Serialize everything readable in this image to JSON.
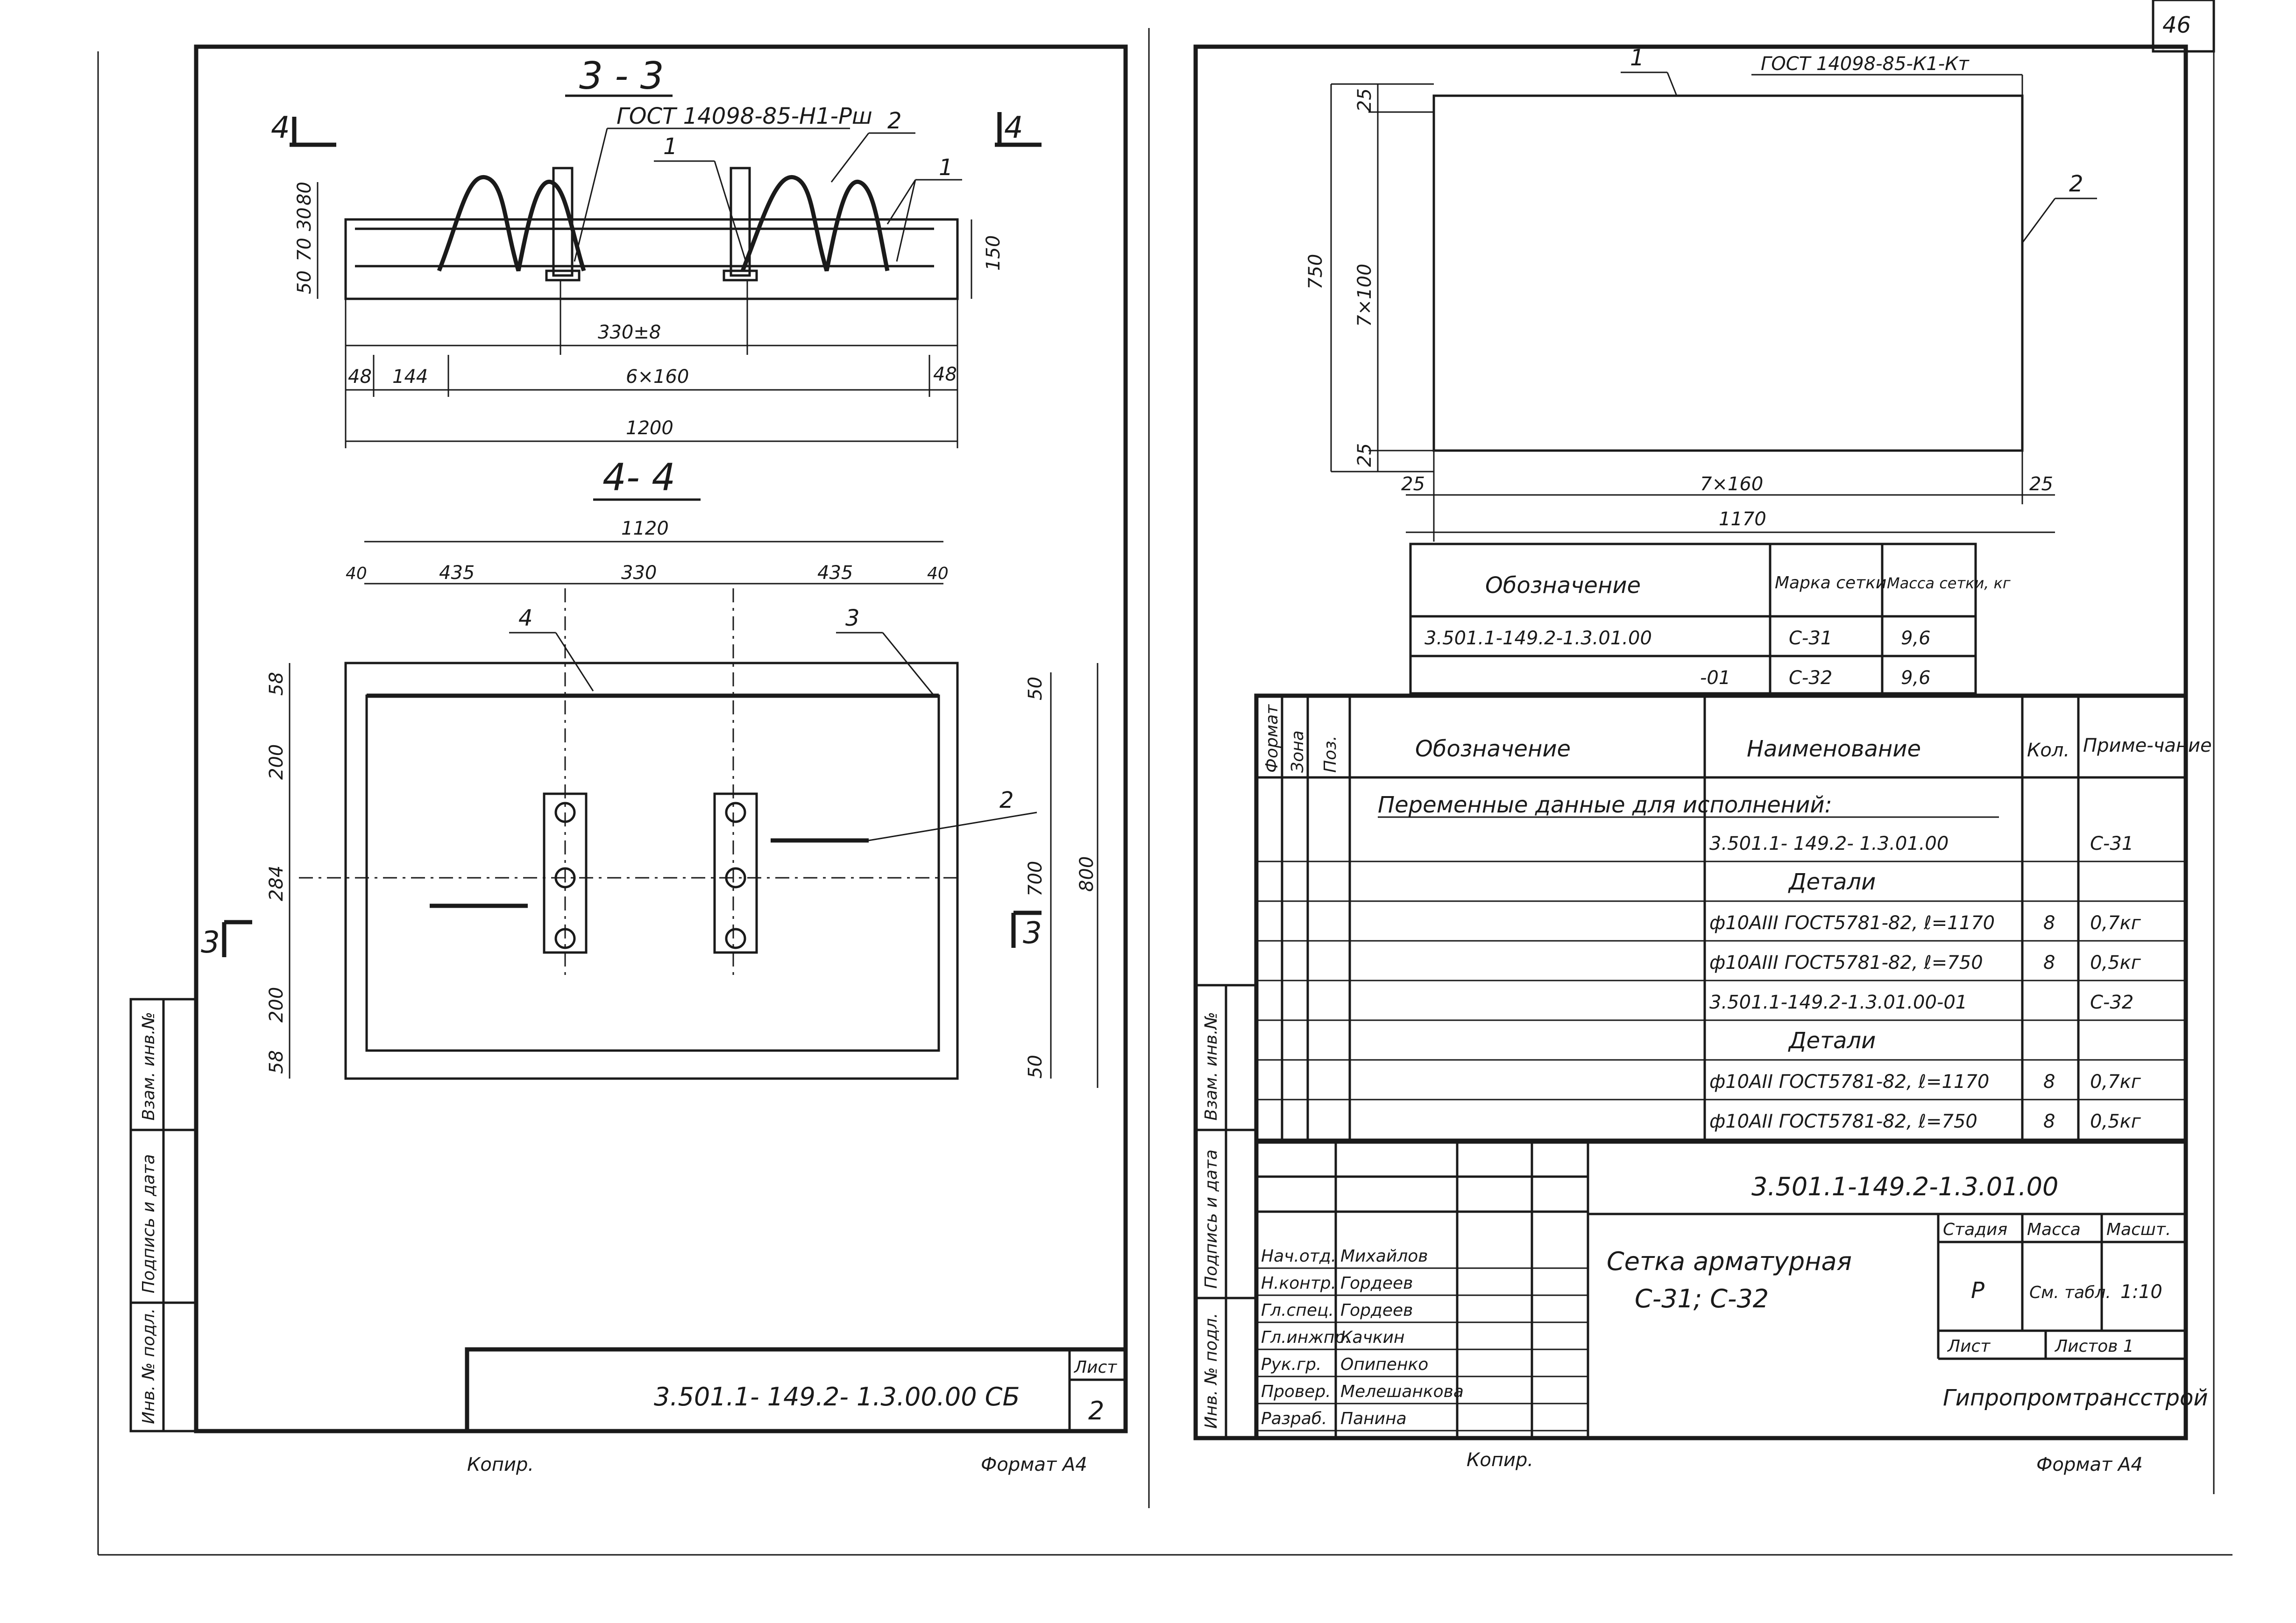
{
  "corner": {
    "sheet_no": "46"
  },
  "left": {
    "section33": {
      "title": "3 - 3",
      "gost": "ГОСТ 14098-85-Н1-Рш",
      "cut_left": "4",
      "cut_right": "4",
      "callouts": [
        "1",
        "2",
        "1"
      ],
      "left_dims": [
        "50",
        "70",
        "30",
        "80"
      ],
      "right_dim": "150",
      "dim_330": "330±8",
      "dim_48a": "48",
      "dim_144": "144",
      "dim_6x160": "6×160",
      "dim_48b": "48",
      "dim_1200": "1200"
    },
    "section44": {
      "title": "4- 4",
      "dim_1120": "1120",
      "dim_40a": "40",
      "dim_435a": "435",
      "dim_330": "330",
      "dim_435b": "435",
      "dim_40b": "40",
      "left_dims": [
        "58",
        "200",
        "284",
        "200",
        "58"
      ],
      "right_dims": [
        "50",
        "700",
        "50"
      ],
      "dim_800": "800",
      "callouts": [
        "4",
        "3",
        "2"
      ],
      "cut_left": "3",
      "cut_right": "3"
    },
    "side_stamp": [
      "Инв. № подл.",
      "Подпись и дата",
      "Взам. инв.№"
    ],
    "title_block": {
      "doc": "3.501.1- 149.2- 1.3.00.00 СБ",
      "list_label": "Лист",
      "list_no": "2"
    },
    "footer": {
      "copy": "Копир.",
      "format": "Формат А4"
    }
  },
  "right": {
    "mesh": {
      "gost": "ГОСТ 14098-85-К1-Кт",
      "callouts": [
        "1",
        "2"
      ],
      "dim_750": "750",
      "dim_7x100": "7×100",
      "dim_25top": "25",
      "dim_25bot": "25",
      "dim_25l": "25",
      "dim_7x160": "7×160",
      "dim_25r": "25",
      "dim_1170": "1170"
    },
    "mark_table": {
      "headers": [
        "Обозначение",
        "Марка сетки",
        "Масса сетки, кг"
      ],
      "rows": [
        [
          "3.501.1-149.2-1.3.01.00",
          "С-31",
          "9,6"
        ],
        [
          "-01",
          "С-32",
          "9,6"
        ]
      ]
    },
    "spec": {
      "headers": [
        "Формат",
        "Зона",
        "Поз.",
        "Обозначение",
        "Наименование",
        "Кол.",
        "Приме-чание"
      ],
      "section_title": "Переменные данные для исполнений:",
      "rows": [
        {
          "name": "3.501.1- 149.2- 1.3.01.00",
          "qty": "",
          "note": "С-31"
        },
        {
          "name": "Детали",
          "qty": "",
          "note": ""
        },
        {
          "name": "ф10АIII ГОСТ5781-82, ℓ=1170",
          "qty": "8",
          "note": "0,7кг"
        },
        {
          "name": "ф10АIII ГОСТ5781-82, ℓ=750",
          "qty": "8",
          "note": "0,5кг"
        },
        {
          "name": "3.501.1-149.2-1.3.01.00-01",
          "qty": "",
          "note": "С-32"
        },
        {
          "name": "Детали",
          "qty": "",
          "note": ""
        },
        {
          "name": "ф10АII ГОСТ5781-82, ℓ=1170",
          "qty": "8",
          "note": "0,7кг"
        },
        {
          "name": "ф10АII ГОСТ5781-82, ℓ=750",
          "qty": "8",
          "note": "0,5кг"
        }
      ]
    },
    "side_stamp": [
      "Инв. № подл.",
      "Подпись и дата",
      "Взам. инв.№"
    ],
    "title_block": {
      "doc": "3.501.1-149.2-1.3.01.00",
      "roles": [
        "Нач.отд.",
        "Н.контр.",
        "Гл.спец.",
        "Гл.инжпр.",
        "Рук.гр.",
        "Провер.",
        "Разраб."
      ],
      "names": [
        "Михайлов",
        "Гордеев",
        "Гордеев",
        "Качкин",
        "Опипенко",
        "Мелешанкова",
        "Панина"
      ],
      "title_line1": "Сетка арматурная",
      "title_line2": "С-31; С-32",
      "stage_label": "Стадия",
      "mass_label": "Масса",
      "scale_label": "Масшт.",
      "stage": "Р",
      "mass": "См. табл.",
      "scale": "1:10",
      "list_label": "Лист",
      "lists_label": "Листов 1",
      "org": "Гипропромтрансстрой"
    },
    "footer": {
      "copy": "Копир.",
      "format": "Формат А4"
    }
  }
}
